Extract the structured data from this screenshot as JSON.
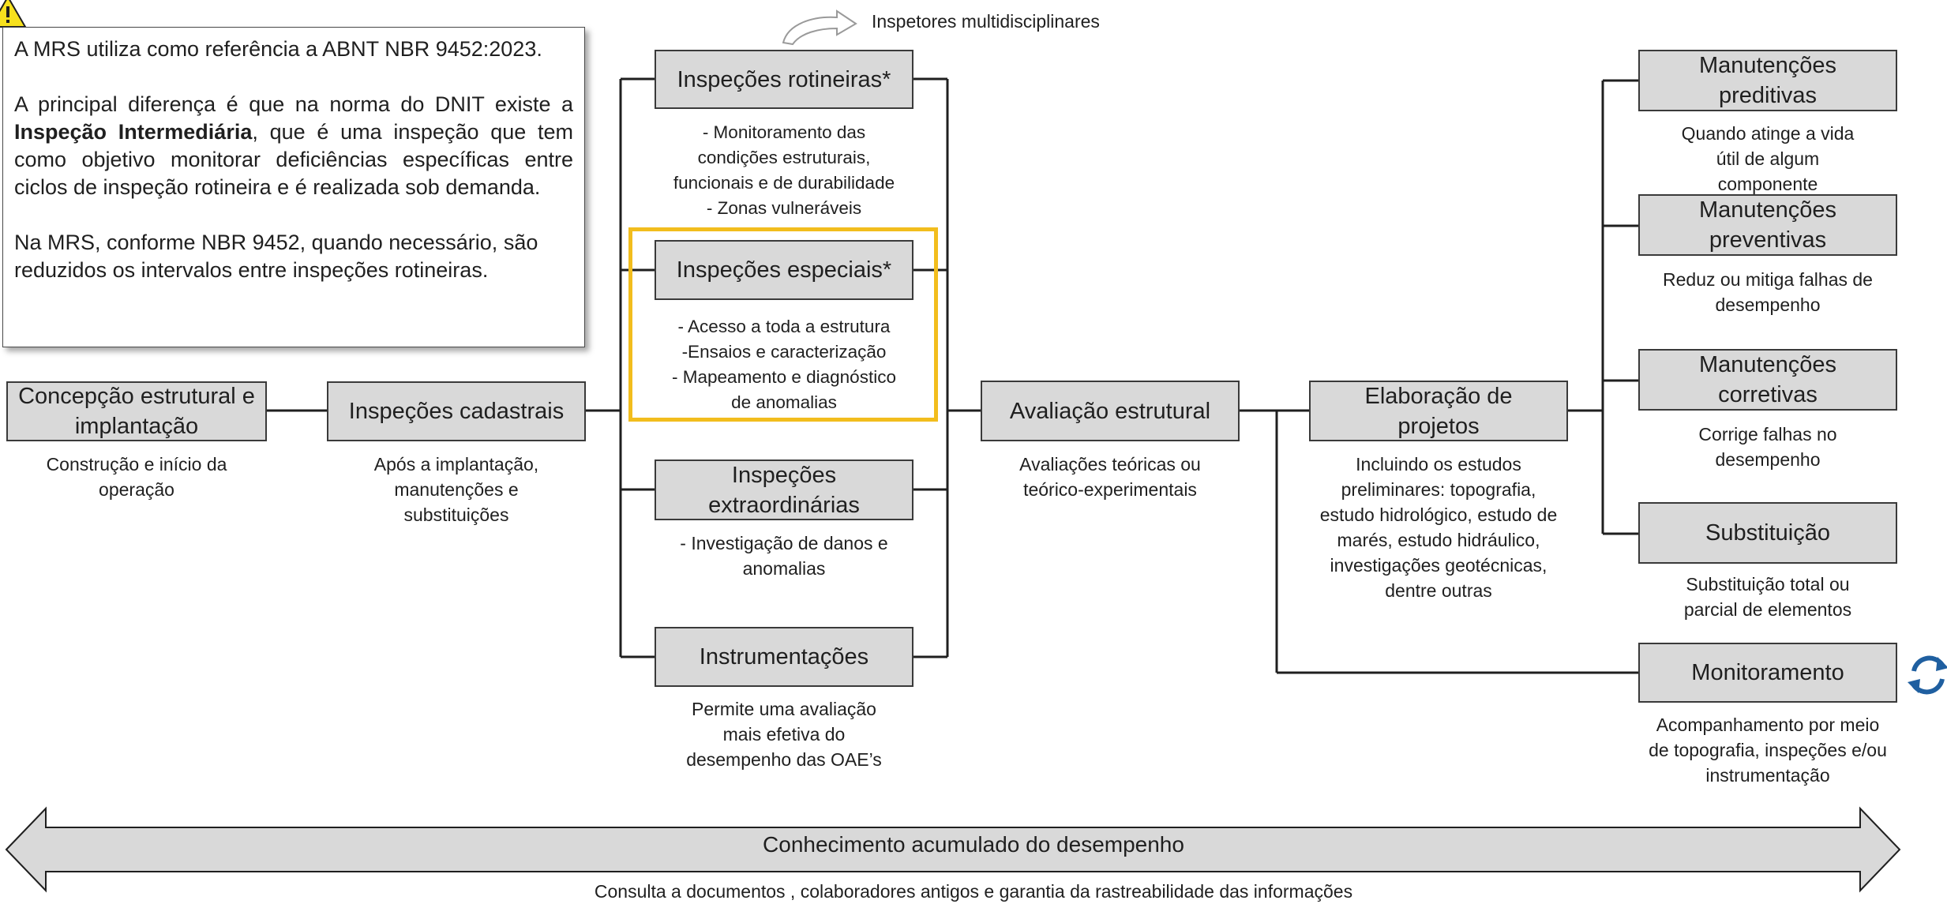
{
  "note": {
    "p1": "A MRS utiliza como referência a ABNT NBR 9452:2023.",
    "p2_before": "A principal diferença é que na norma do DNIT existe a ",
    "p2_bold": "Inspeção Intermediária",
    "p2_after": ", que é uma inspeção que tem como objetivo monitorar deficiências específicas entre ciclos de inspeção rotineira e é realizada sob demanda.",
    "p3": "Na MRS, conforme NBR 9452, quando necessário, são reduzidos os intervalos entre inspeções rotineiras."
  },
  "inspectors_label": "Inspetores multidisciplinares",
  "nodes": {
    "concepcao": {
      "label": "Concepção estrutural e implantação",
      "caption": "Construção e início da operação"
    },
    "cadastrais": {
      "label": "Inspeções cadastrais",
      "caption": "Após a implantação, manutenções e substituições"
    },
    "rotineiras": {
      "label": "Inspeções rotineiras*",
      "caption": "- Monitoramento das condições estruturais, funcionais e de durabilidade\n- Zonas vulneráveis"
    },
    "especiais": {
      "label": "Inspeções especiais*",
      "caption": "- Acesso a toda a estrutura\n-Ensaios e caracterização\n- Mapeamento e diagnóstico de anomalias"
    },
    "extraordinarias": {
      "label": "Inspeções extraordinárias",
      "caption": "- Investigação de danos e anomalias"
    },
    "instrumentacoes": {
      "label": "Instrumentações",
      "caption": "Permite uma avaliação mais efetiva do desempenho das OAE’s"
    },
    "avaliacao": {
      "label": "Avaliação estrutural",
      "caption": "Avaliações teóricas ou teórico-experimentais"
    },
    "projetos": {
      "label": "Elaboração de projetos",
      "caption": "Incluindo os estudos preliminares: topografia, estudo hidrológico, estudo de marés, estudo hidráulico, investigações geotécnicas, dentre outras"
    },
    "preditivas": {
      "label": "Manutenções preditivas",
      "caption": "Quando atinge a vida útil de algum componente"
    },
    "preventivas": {
      "label": "Manutenções preventivas",
      "caption": "Reduz ou mitiga falhas de desempenho"
    },
    "corretivas": {
      "label": "Manutenções corretivas",
      "caption": "Corrige falhas no desempenho"
    },
    "substituicao": {
      "label": "Substituição",
      "caption": "Substituição total ou parcial de elementos"
    },
    "monitoramento": {
      "label": "Monitoramento",
      "caption": "Acompanhamento por meio de topografia, inspeções e/ou instrumentação"
    }
  },
  "arrow_label": "Conhecimento acumulado do desempenho",
  "footer": "Consulta a documentos , colaboradores antigos e garantia da rastreabilidade das informações",
  "colors": {
    "box_fill": "#d9d9d9",
    "line": "#1f1f1f",
    "highlight": "#f2bd1d",
    "warning": "#f7e11d",
    "refresh": "#1f5fa0"
  }
}
